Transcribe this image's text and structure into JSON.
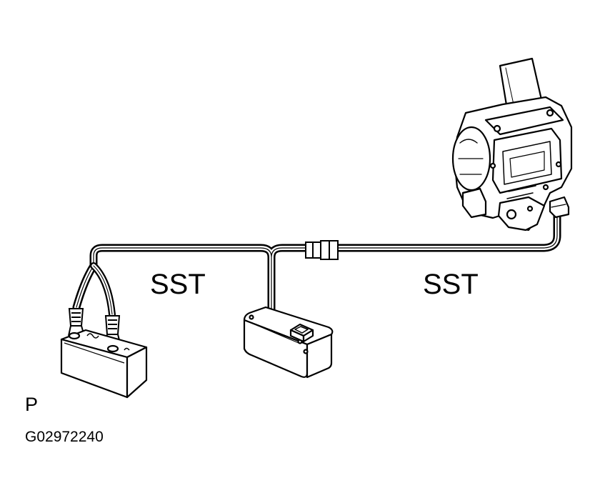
{
  "labels": {
    "sst_left": "SST",
    "sst_right": "SST",
    "corner_mark": "P",
    "figure_code": "G02972240"
  },
  "colors": {
    "ink": "#000000",
    "paper": "#ffffff"
  }
}
